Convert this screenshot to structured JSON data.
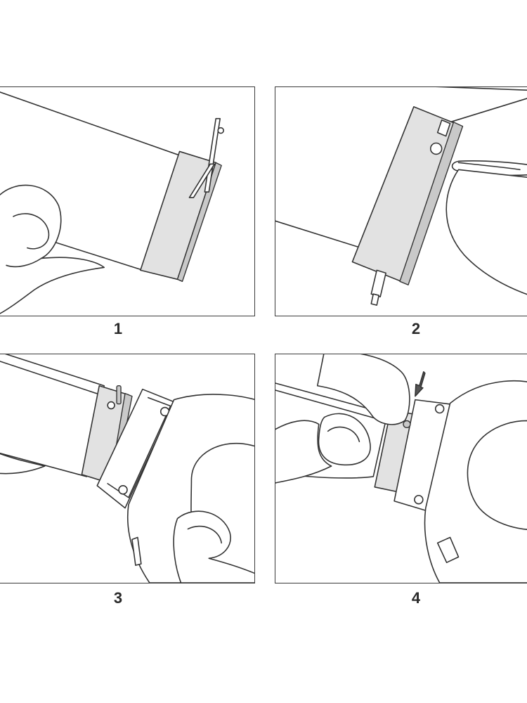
{
  "steps": [
    {
      "label": "1"
    },
    {
      "label": "2"
    },
    {
      "label": "3"
    },
    {
      "label": "4"
    }
  ],
  "colors": {
    "line": "#333333",
    "clasp": "#e2e2e2",
    "background": "#ffffff"
  }
}
